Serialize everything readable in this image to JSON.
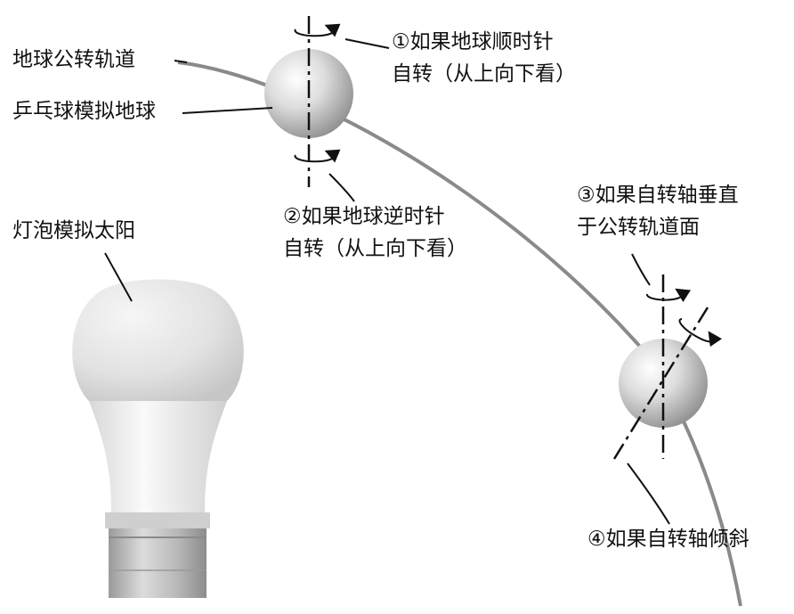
{
  "labels": {
    "orbit": "地球公转轨道",
    "pingpong": "乒乓球模拟地球",
    "bulb": "灯泡模拟太阳",
    "note1_line1": "①如果地球顺时针",
    "note1_line2": "自转（从上向下看）",
    "note2_line1": "②如果地球逆时针",
    "note2_line2": "自转（从上向下看）",
    "note3_line1": "③如果自转轴垂直",
    "note3_line2": "于公转轨道面",
    "note4": "④如果自转轴倾斜"
  },
  "colors": {
    "orbit": "#8a8a8a",
    "ink": "#111111",
    "ball_highlight": "#ffffff",
    "ball_shadow": "#8e8e8e",
    "bulb_glass": "#e2e2e2",
    "bulb_body": "#f3f3f3",
    "bulb_base": "#b4b4b4"
  }
}
